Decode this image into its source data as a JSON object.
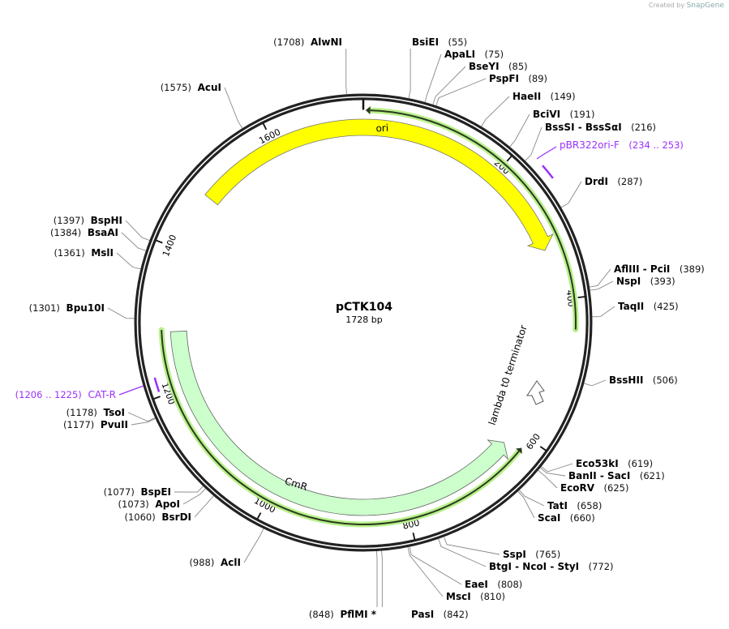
{
  "credit": {
    "prefix": "Created by",
    "brand": "SnapGene"
  },
  "plasmid": {
    "name": "pCTK104",
    "size": "1728 bp"
  },
  "features": {
    "ori": "ori",
    "cmr": "CmR",
    "terminator": "lambda t0 terminator"
  },
  "colors": {
    "ori": "#ffff00",
    "cmr": "#ccffcc",
    "orf_glow": "#b8f08a",
    "primer": "#9b30ff",
    "backbone": "#222222"
  },
  "ticks": [
    "200",
    "400",
    "600",
    "800",
    "1000",
    "1200",
    "1400",
    "1600"
  ],
  "sites": [
    {
      "name": "BsiEI",
      "pos": "(55)"
    },
    {
      "name": "ApaLI",
      "pos": "(75)"
    },
    {
      "name": "BseYI",
      "pos": "(85)"
    },
    {
      "name": "PspFI",
      "pos": "(89)"
    },
    {
      "name": "HaeII",
      "pos": "(149)"
    },
    {
      "name": "BciVI",
      "pos": "(191)"
    },
    {
      "name": "BssSI  -  BssSαI",
      "pos": "(216)"
    },
    {
      "name": "DrdI",
      "pos": "(287)"
    },
    {
      "name": "AflIII  -  PciI",
      "pos": "(389)"
    },
    {
      "name": "NspI",
      "pos": "(393)"
    },
    {
      "name": "TaqII",
      "pos": "(425)"
    },
    {
      "name": "BssHII",
      "pos": "(506)"
    },
    {
      "name": "Eco53kI",
      "pos": "(619)"
    },
    {
      "name": "BanII  -  SacI",
      "pos": "(621)"
    },
    {
      "name": "EcoRV",
      "pos": "(625)"
    },
    {
      "name": "TatI",
      "pos": "(658)"
    },
    {
      "name": "ScaI",
      "pos": "(660)"
    },
    {
      "name": "SspI",
      "pos": "(765)"
    },
    {
      "name": "BtgI  -  NcoI  -  StyI",
      "pos": "(772)"
    },
    {
      "name": "EaeI",
      "pos": "(808)"
    },
    {
      "name": "MscI",
      "pos": "(810)"
    },
    {
      "name": "PasI",
      "pos": "(842)"
    },
    {
      "name": "PflMI *",
      "pos": "(848)"
    },
    {
      "name": "AclI",
      "pos": "(988)"
    },
    {
      "name": "BsrDI",
      "pos": "(1060)"
    },
    {
      "name": "ApoI",
      "pos": "(1073)"
    },
    {
      "name": "BspEI",
      "pos": "(1077)"
    },
    {
      "name": "PvuII",
      "pos": "(1177)"
    },
    {
      "name": "TsoI",
      "pos": "(1178)"
    },
    {
      "name": "Bpu10I",
      "pos": "(1301)"
    },
    {
      "name": "MslI",
      "pos": "(1361)"
    },
    {
      "name": "BsaAI",
      "pos": "(1384)"
    },
    {
      "name": "BspHI",
      "pos": "(1397)"
    },
    {
      "name": "AcuI",
      "pos": "(1575)"
    },
    {
      "name": "AlwNI",
      "pos": "(1708)"
    }
  ],
  "primers": [
    {
      "name": "pBR322ori-F",
      "pos": "(234 .. 253)"
    },
    {
      "name": "CAT-R",
      "pos": "(1206 .. 1225)"
    }
  ]
}
